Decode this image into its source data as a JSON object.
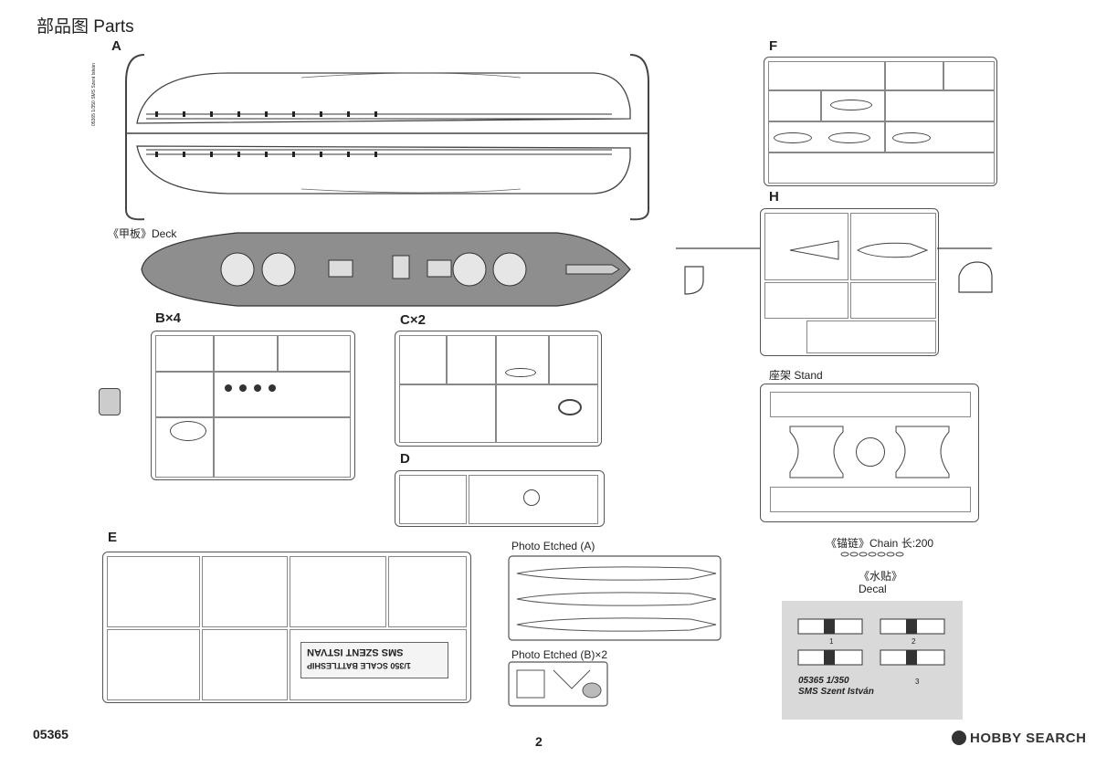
{
  "header": {
    "title": "部品图 Parts"
  },
  "sprues": {
    "A": "A",
    "deck": "《甲板》Deck",
    "B": "B×4",
    "C": "C×2",
    "D": "D",
    "E": "E",
    "F": "F",
    "H": "H",
    "stand": "座架 Stand",
    "chain": "《锚链》Chain  长:200",
    "decal_cn": "《水贴》",
    "decal_en": "Decal",
    "pe_a": "Photo Etched (A)",
    "pe_b": "Photo Etched (B)×2"
  },
  "sprue_text": {
    "e_plate_line1": "SMS SZENT ISTVAN",
    "e_plate_line2": "1/350 SCALE BATTLESHIP",
    "a_side_label": "05365 1/350 SMS Szent István"
  },
  "decal": {
    "code": "05365 1/350",
    "name": "SMS Szent István",
    "n1": "1",
    "n2": "2",
    "n3": "3"
  },
  "footer": {
    "code": "05365",
    "page": "2",
    "watermark": "HOBBY SEARCH"
  }
}
